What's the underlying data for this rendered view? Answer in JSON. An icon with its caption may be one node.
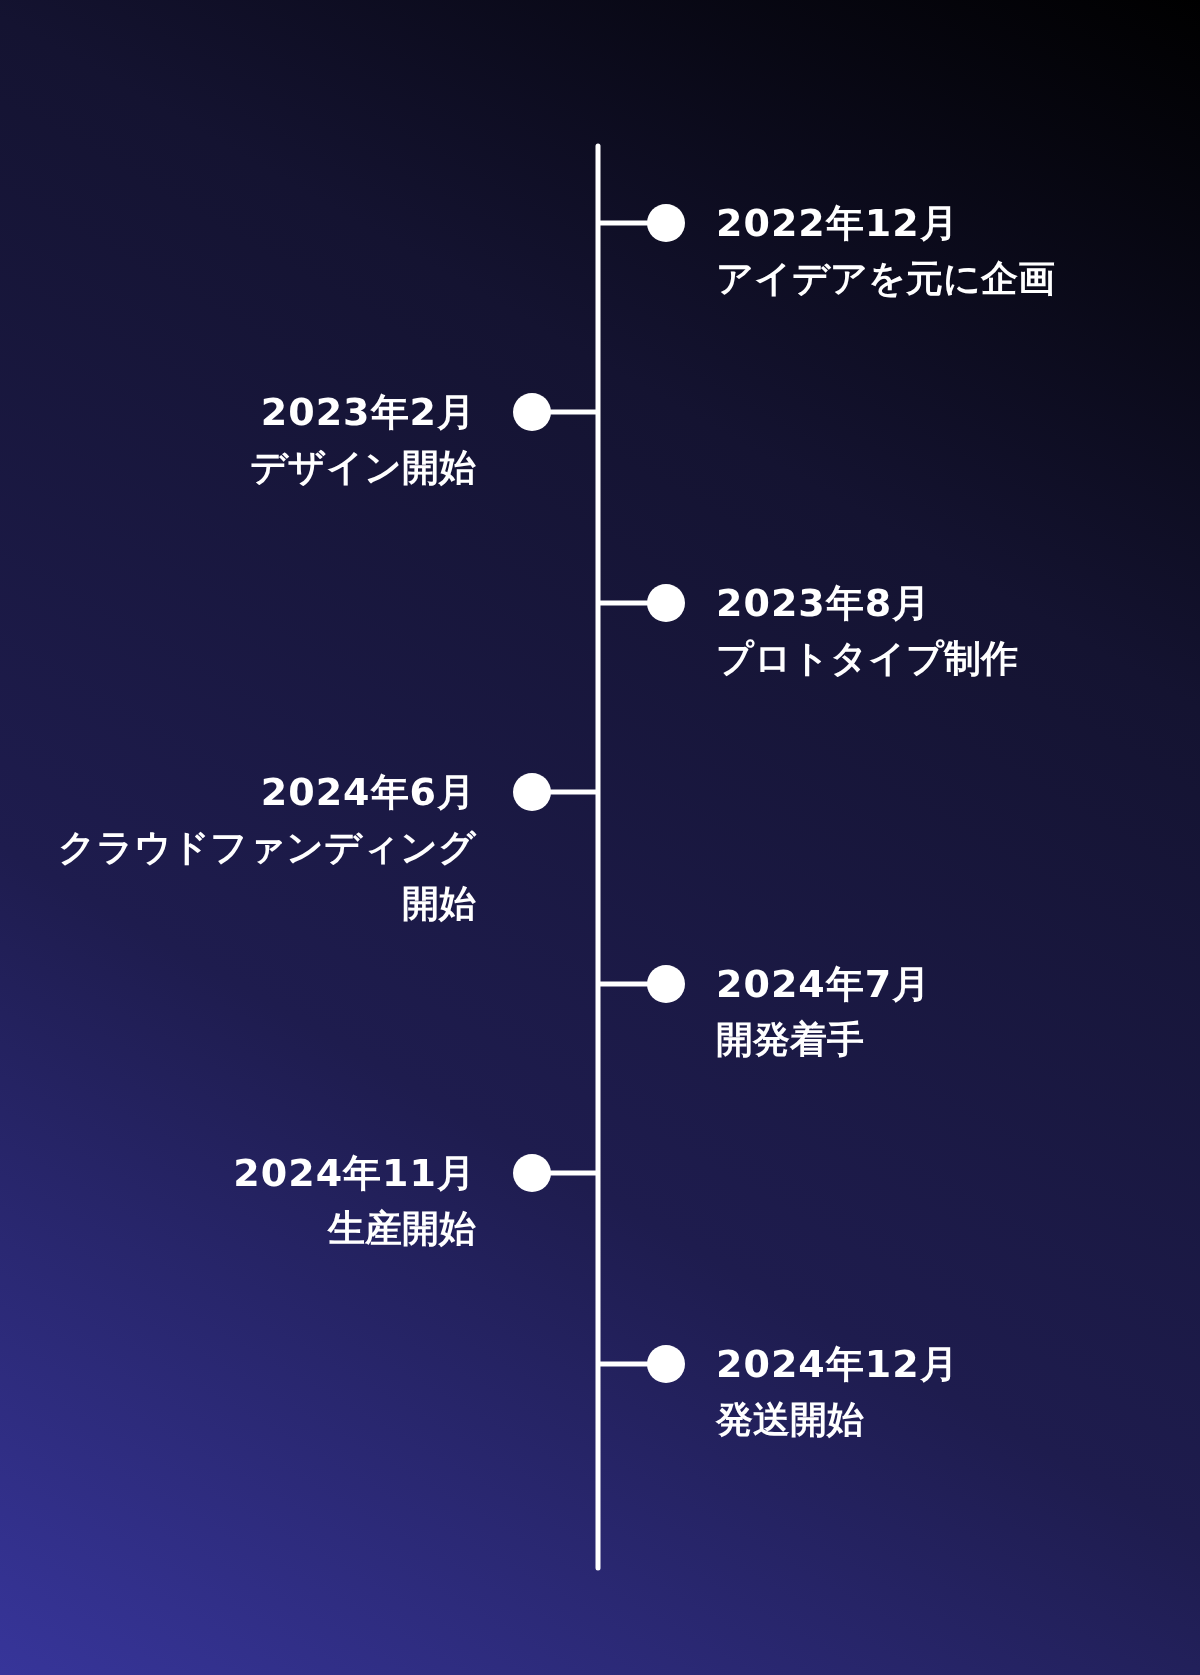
{
  "diagram": {
    "nodes": [
      {
        "text": [
          "2022年12月",
          "アイデアを元に企画"
        ]
      },
      {
        "text": [
          "2023年2月",
          "デザイン開始"
        ]
      },
      {
        "text": [
          "2023年8月",
          "プロトタイプ制作"
        ]
      },
      {
        "text": [
          "2024年6月",
          "クラウドファンディング開始"
        ]
      },
      {
        "text": [
          "2024年7月",
          "開発着手"
        ]
      },
      {
        "text": [
          "2024年11月",
          "生産開始"
        ]
      },
      {
        "text": [
          "2024年12月",
          "発送開始"
        ]
      }
    ]
  }
}
